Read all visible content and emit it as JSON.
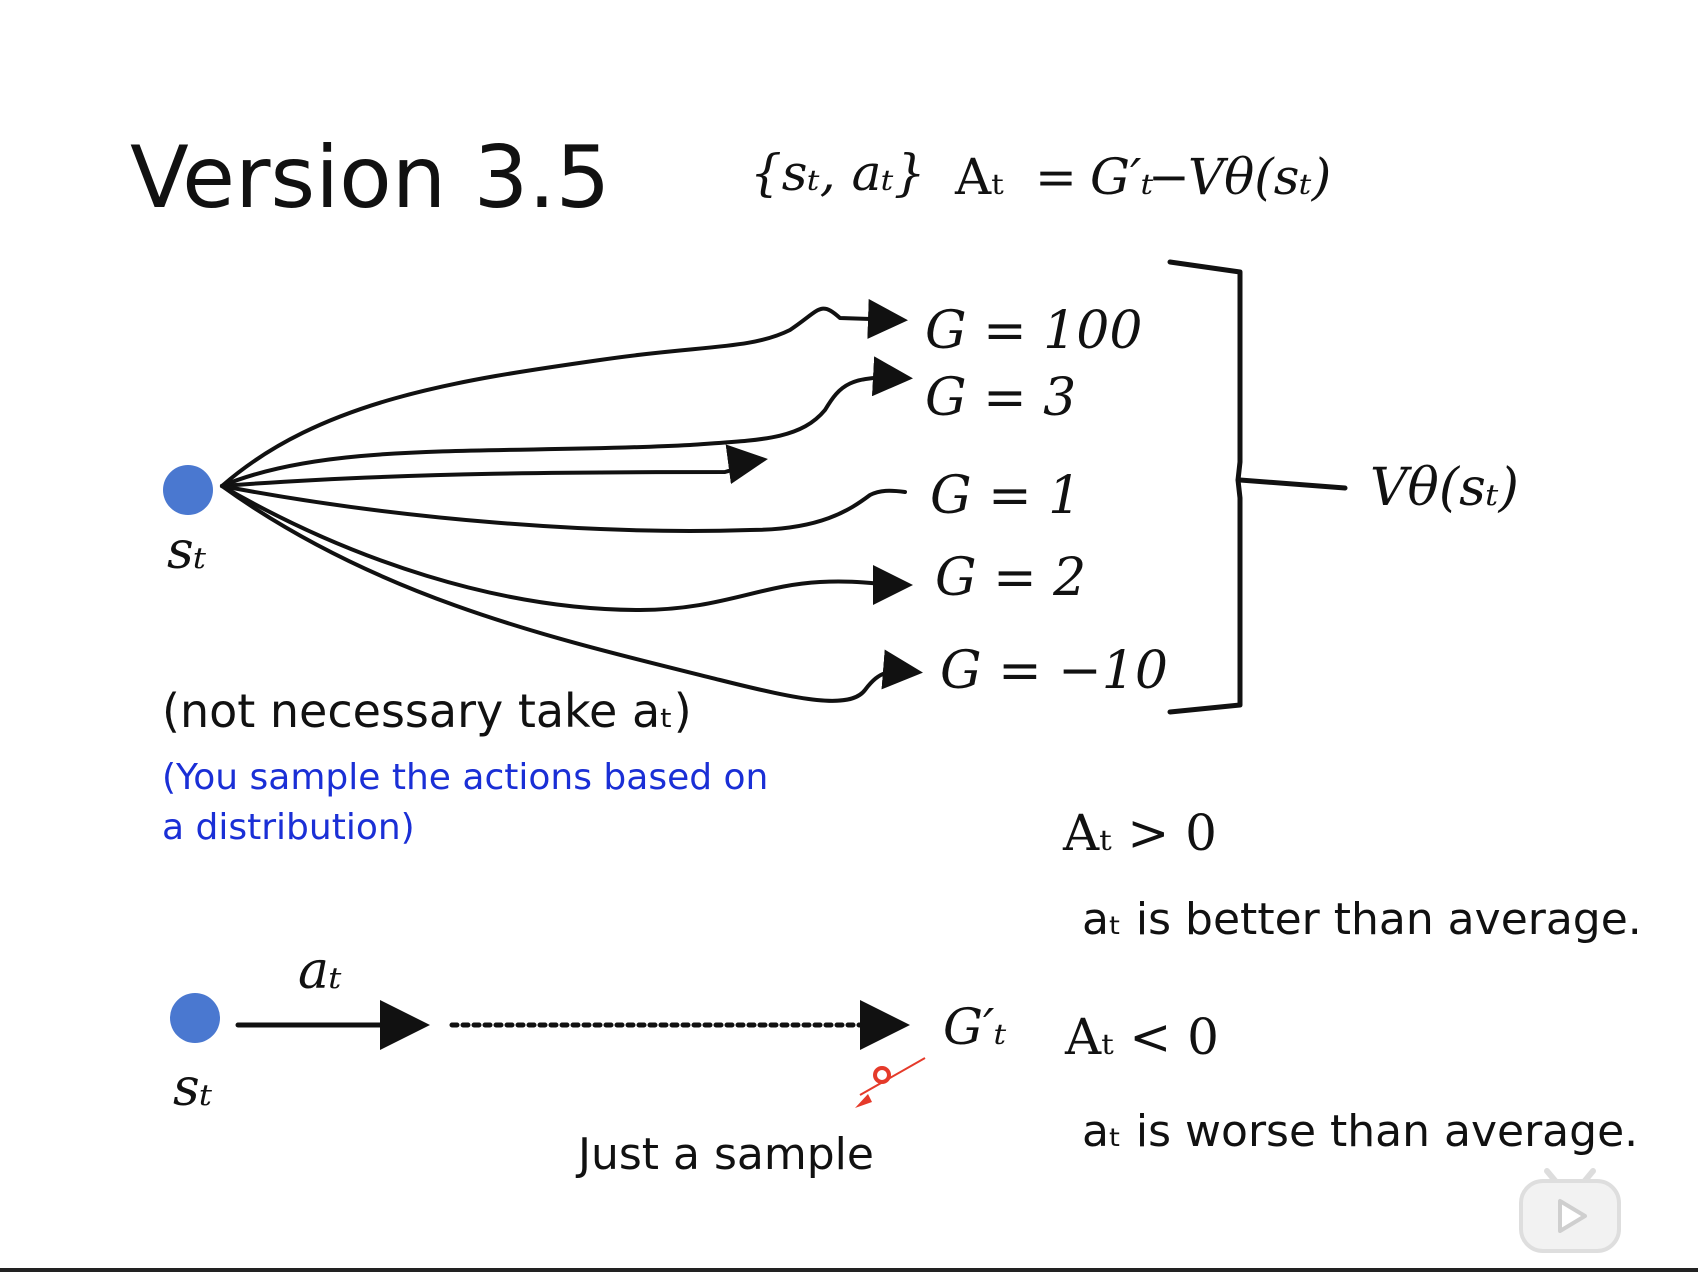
{
  "slide": {
    "title": "Version 3.5",
    "formula": {
      "pair": "{sₜ, aₜ}",
      "advantage": "Aₜ",
      "equals": "=",
      "return": "G′ₜ",
      "minus": "−",
      "value": "Vθ(sₜ)"
    },
    "top_state_label": "sₜ",
    "returns": [
      {
        "label": "G = 100"
      },
      {
        "label": "G = 3"
      },
      {
        "label": "G = 1"
      },
      {
        "label": "G = 2"
      },
      {
        "label": "G = −10"
      }
    ],
    "bracket_result": "Vθ(sₜ)",
    "note_main": "(not necessary take aₜ)",
    "note_blue_line1": "(You sample the actions based on",
    "note_blue_line2": "a distribution)",
    "bottom_state_label": "sₜ",
    "action_label": "aₜ",
    "return_label": "G′ₜ",
    "sample_note": "Just a sample",
    "cond_positive": "Aₜ > 0",
    "cond_positive_text": "aₜ is better than average.",
    "cond_negative": "Aₜ < 0",
    "cond_negative_text": "aₜ is worse than average."
  },
  "colors": {
    "node": "#4a78d0",
    "blue_text": "#1a2fd6",
    "pointer": "#e53a2a"
  },
  "overlay": {
    "icon": "play-icon"
  }
}
